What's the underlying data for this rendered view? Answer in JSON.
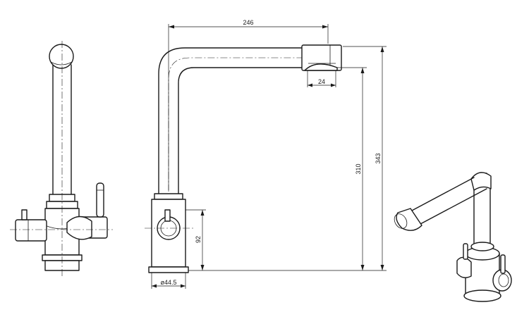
{
  "dimensions": {
    "spout_reach": "246",
    "outlet_width": "24",
    "outlet_height": "310",
    "total_height": "343",
    "body_height": "92",
    "base_diameter": "ø44.5"
  },
  "views": [
    "front-view",
    "side-view",
    "isometric-view"
  ]
}
